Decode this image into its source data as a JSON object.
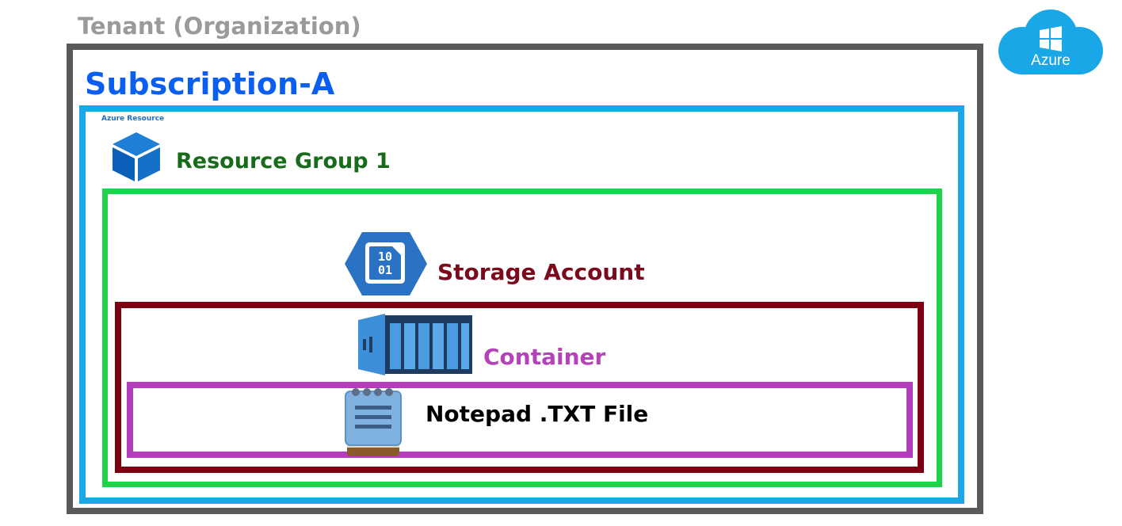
{
  "tenant": {
    "label": "Tenant (Organization)"
  },
  "subscription": {
    "label": "Subscription-A"
  },
  "resource_group": {
    "caption": "Azure Resource",
    "label": "Resource Group 1",
    "icon": "cube-icon"
  },
  "storage_account": {
    "label": "Storage Account",
    "icon": "storage-account-icon",
    "icon_text_top": "10",
    "icon_text_bottom": "01"
  },
  "container": {
    "label": "Container",
    "icon": "container-icon"
  },
  "file": {
    "label": "Notepad .TXT File",
    "icon": "notepad-icon"
  },
  "azure_logo": {
    "label": "Azure",
    "icon": "windows-logo-icon"
  },
  "colors": {
    "tenant": "#595959",
    "subscription": "#1aa7e8",
    "resource_group": "#1ed34a",
    "storage_account": "#7d0012",
    "container": "#b23ebc",
    "azure_blue": "#1aa7e8"
  }
}
